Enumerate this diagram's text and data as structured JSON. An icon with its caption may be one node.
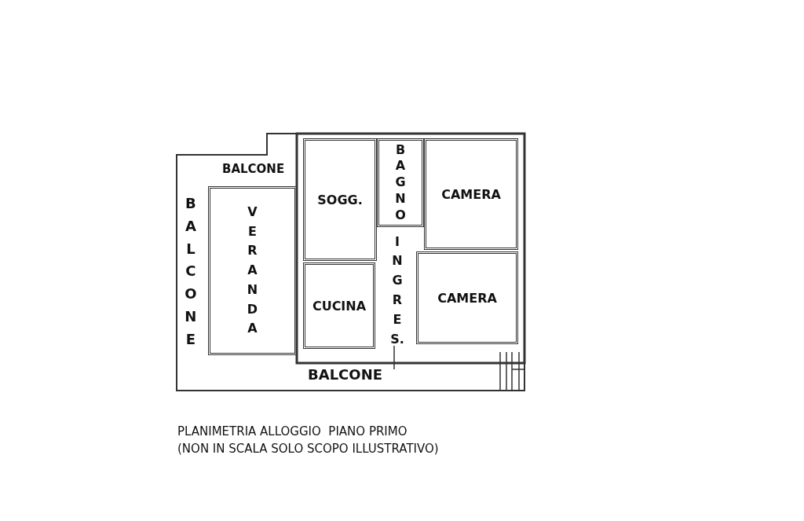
{
  "diagram": {
    "title": "PLANIMETRIA ALLOGGIO  PIANO PRIMO",
    "caption": "(NON IN SCALA SOLO SCOPO ILLUSTRATIVO)",
    "nodes": [
      {
        "text": [
          "VERANDA"
        ]
      },
      {
        "text": [
          "SOGG."
        ]
      },
      {
        "text": [
          "BAGNO"
        ]
      },
      {
        "text": [
          "CAMERA"
        ]
      },
      {
        "text": [
          "INGRES."
        ]
      },
      {
        "text": [
          "CUCINA"
        ]
      },
      {
        "text": [
          "CAMERA"
        ]
      }
    ],
    "labels": [
      "BALCONE",
      "BALCONE",
      "BALCONE"
    ]
  }
}
